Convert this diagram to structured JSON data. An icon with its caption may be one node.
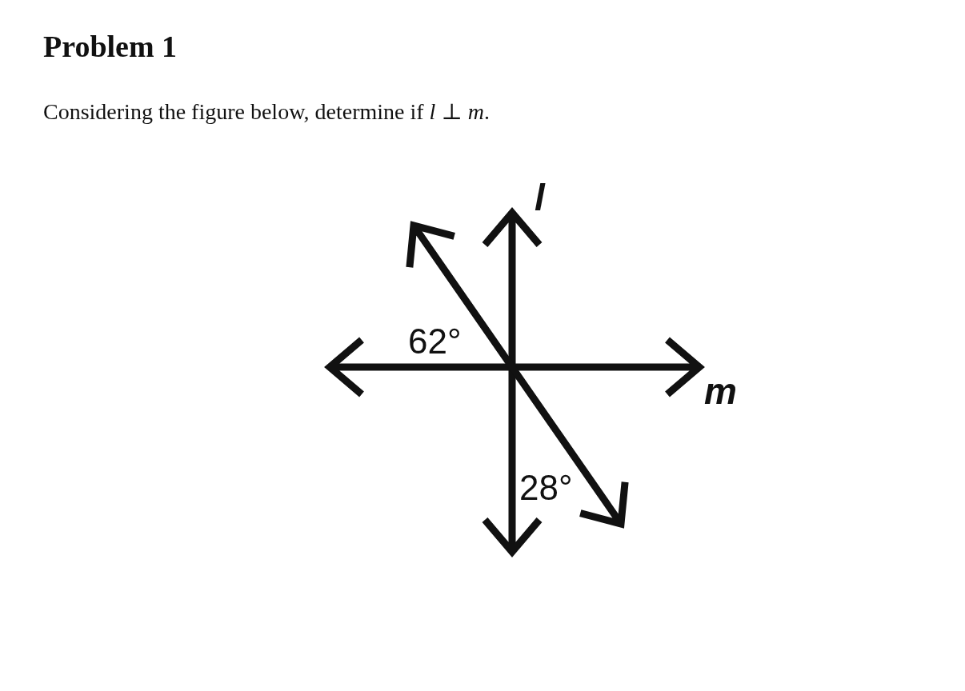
{
  "diagram": {
    "title": "Problem 1",
    "labels": [
      "Considering the figure below, determine if *l* ⊥ *m*.",
      "l",
      "62°",
      "m",
      "28°"
    ]
  }
}
